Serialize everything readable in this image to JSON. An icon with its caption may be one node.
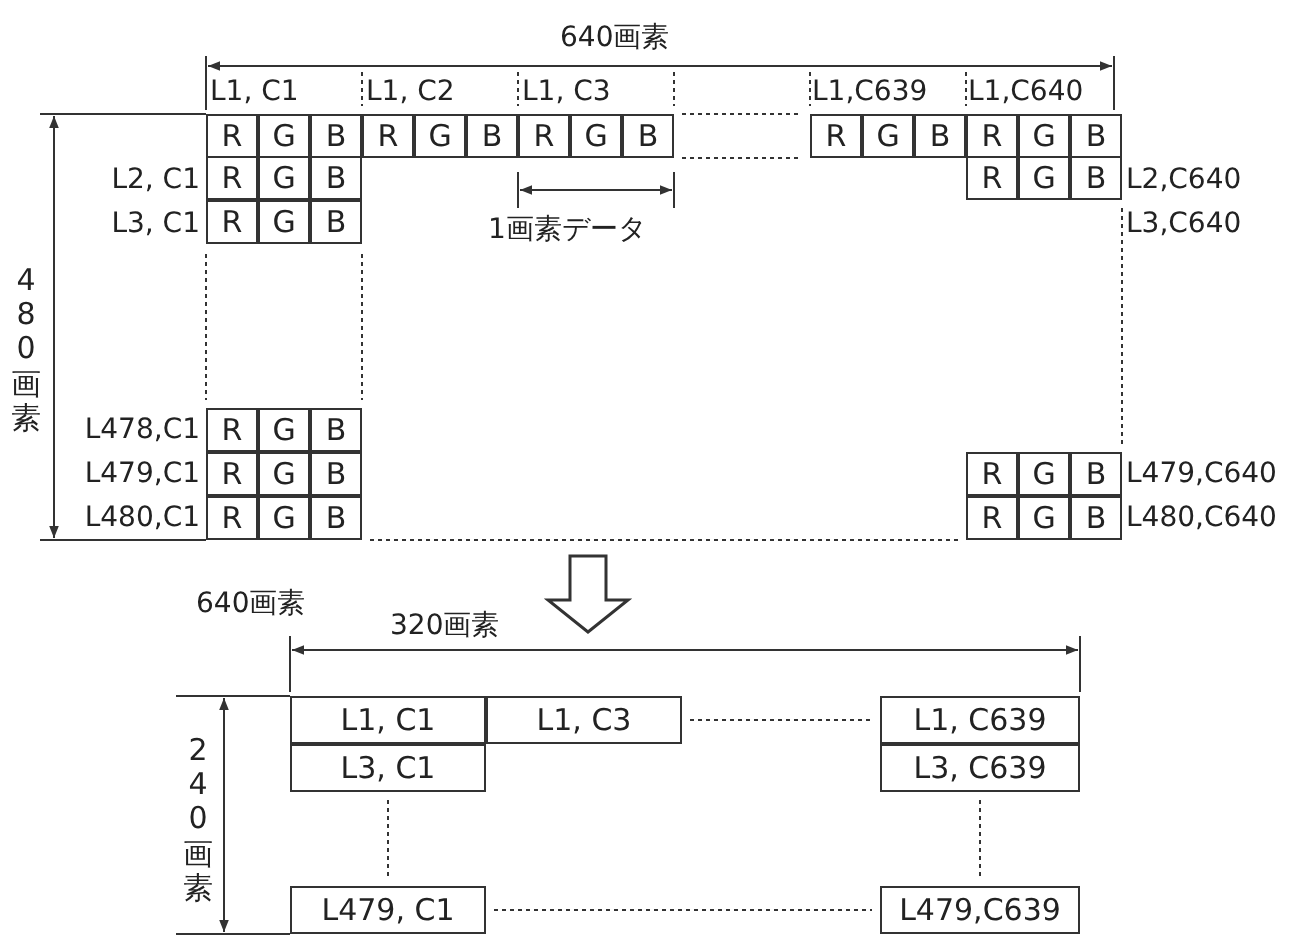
{
  "diagram": {
    "labels": [
      "640画素",
      "L1, C1",
      "L1, C2",
      "L1, C3",
      "L1,C639",
      "L1,C640",
      "R",
      "G",
      "B",
      "R",
      "G",
      "B",
      "R",
      "G",
      "B",
      "R",
      "G",
      "B",
      "R",
      "G",
      "B",
      "L2, C1",
      "R",
      "G",
      "B",
      "R",
      "G",
      "B",
      "L2,C640",
      "L3, C1",
      "R",
      "G",
      "B",
      "1画素データ",
      "L3,C640",
      "480画素",
      "L478,C1",
      "R",
      "G",
      "B",
      "L479,C1",
      "R",
      "G",
      "B",
      "R",
      "G",
      "B",
      "L479,C640",
      "L480,C1",
      "R",
      "G",
      "B",
      "R",
      "G",
      "B",
      "L480,C640",
      "640画素",
      "320画素",
      "240画素",
      "L1, C1",
      "L1, C3",
      "L1, C639",
      "L3, C1",
      "L3, C639",
      "L479, C1",
      "L479,C639"
    ]
  }
}
